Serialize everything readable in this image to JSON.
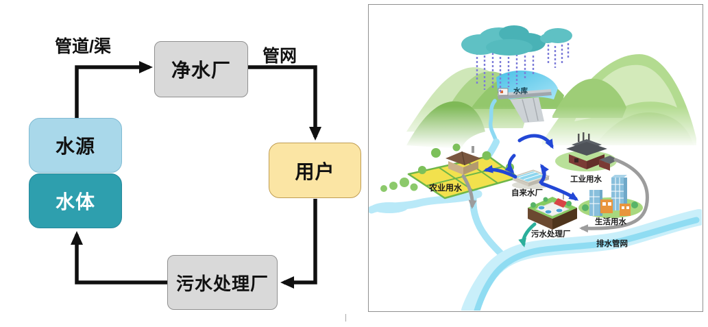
{
  "flow_diagram": {
    "nodes": {
      "purification_plant": "净水厂",
      "water_source": "水源",
      "water_body": "水体",
      "user": "用户",
      "sewage_plant": "污水处理厂"
    },
    "edge_labels": {
      "pipe_channel": "管道/渠",
      "pipe_network": "管网"
    },
    "colors": {
      "source_box": "#A9D8EA",
      "water_body_box": "#2E9FAE",
      "plant_box": "#D9D9D9",
      "user_box": "#FBE5A4",
      "arrow": "#101010"
    }
  },
  "illustration": {
    "labels": {
      "reservoir": "水库",
      "agricultural_water": "农业用水",
      "tap_water_plant": "自来水厂",
      "industrial_water": "工业用水",
      "domestic_water": "生活用水",
      "sewage_treatment_plant": "污水处理厂",
      "drainage_network": "排水管网"
    },
    "colors": {
      "supply_arrow_blue": "#2247D6",
      "drain_arrow_gray": "#9C9C9C",
      "treated_arrow_teal": "#2BAF9B",
      "river": "#8FDCF2",
      "cloud": "#5FC1C4",
      "rain": "#7B7BD8",
      "mountain_green": "#A6D184",
      "panel_border": "#8F8F8F"
    }
  }
}
